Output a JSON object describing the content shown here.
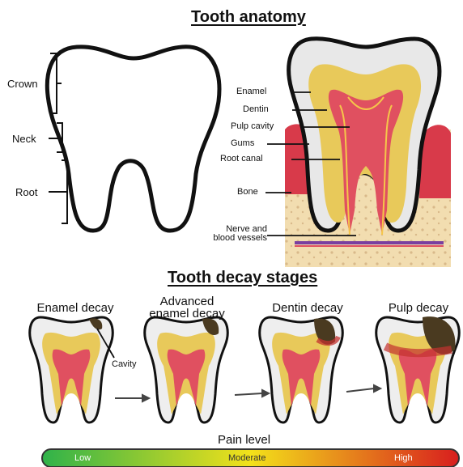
{
  "anatomy": {
    "title": "Tooth anatomy",
    "left_labels": [
      "Crown",
      "Neck",
      "Root"
    ],
    "right_labels": {
      "enamel": "Enamel",
      "dentin": "Dentin",
      "pulp_cavity": "Pulp cavity",
      "gums": "Gums",
      "root_canal": "Root canal",
      "bone": "Bone",
      "nerve": "Nerve and blood vessels"
    }
  },
  "decay": {
    "title": "Tooth decay stages",
    "stages": [
      {
        "line1": "Enamel decay",
        "line2": ""
      },
      {
        "line1": "Advanced",
        "line2": "enamel decay"
      },
      {
        "line1": "Dentin decay",
        "line2": ""
      },
      {
        "line1": "Pulp decay",
        "line2": ""
      }
    ],
    "cavity_label": "Cavity"
  },
  "pain": {
    "title": "Pain level",
    "low": "Low",
    "moderate": "Moderate",
    "high": "High"
  },
  "colors": {
    "enamel": "#d9d9d9",
    "dentin": "#e8c95a",
    "pulp": "#e05060",
    "gums": "#d83a4a",
    "bone": "#f2ddb0",
    "decay": "#4a3a20",
    "pain_low": "#2fb24a",
    "pain_mid": "#f3e11a",
    "pain_high": "#d81e1e"
  }
}
